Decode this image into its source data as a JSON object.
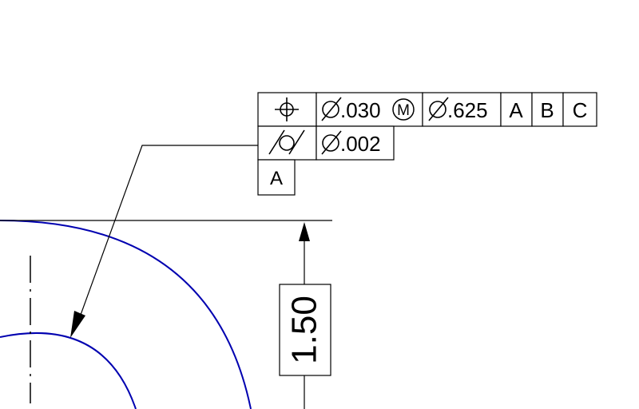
{
  "drawing": {
    "fcf_row1": {
      "symbol_icon": "position-icon",
      "tolerance": ".030",
      "tolerance_has_diameter": true,
      "modifier": "M",
      "modifier_icon": "mmc-circle-icon",
      "datum_feature": ".625",
      "datum_feature_has_diameter": true,
      "datums": [
        "A",
        "B",
        "C"
      ]
    },
    "fcf_row2": {
      "symbol_icon": "cylindricity-icon",
      "tolerance": ".002",
      "tolerance_has_diameter": true
    },
    "datum_feature_label": "A",
    "dimension_value": "1.50",
    "colors": {
      "geometry": "#0000b0",
      "annotation": "#000000"
    }
  }
}
